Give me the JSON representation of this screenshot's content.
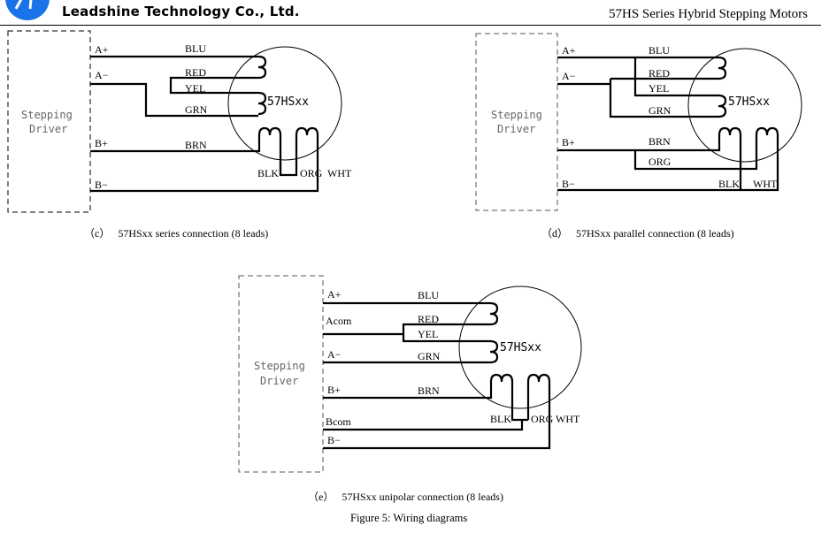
{
  "header": {
    "company": "Leadshine Technology Co., Ltd.",
    "title": "57HS Series Hybrid Stepping Motors",
    "logo_color": "#1a73e8"
  },
  "diagrams": {
    "series": {
      "driver_label_1": "Stepping",
      "driver_label_2": "Driver",
      "terminals": [
        "A+",
        "A−",
        "B+",
        "B−"
      ],
      "wires": [
        "BLU",
        "RED",
        "YEL",
        "GRN",
        "BRN",
        "BLK",
        "ORG",
        "WHT"
      ],
      "motor": "57HSxx",
      "caption_letter": "（c）",
      "caption": "57HSxx series connection (8 leads)"
    },
    "parallel": {
      "driver_label_1": "Stepping",
      "driver_label_2": "Driver",
      "terminals": [
        "A+",
        "A−",
        "B+",
        "B−"
      ],
      "wires": [
        "BLU",
        "RED",
        "YEL",
        "GRN",
        "BRN",
        "ORG",
        "BLK",
        "WHT"
      ],
      "motor": "57HSxx",
      "caption_letter": "（d）",
      "caption": "57HSxx parallel connection (8 leads)"
    },
    "unipolar": {
      "driver_label_1": "Stepping",
      "driver_label_2": "Driver",
      "terminals": [
        "A+",
        "Acom",
        "A−",
        "B+",
        "Bcom",
        "B−"
      ],
      "wires": [
        "BLU",
        "RED",
        "YEL",
        "GRN",
        "BRN",
        "BLK",
        "ORG",
        "WHT"
      ],
      "motor": "57HSxx",
      "caption_letter": "（e）",
      "caption": "57HSxx unipolar connection (8 leads)"
    }
  },
  "figure_caption": "Figure 5: Wiring diagrams"
}
